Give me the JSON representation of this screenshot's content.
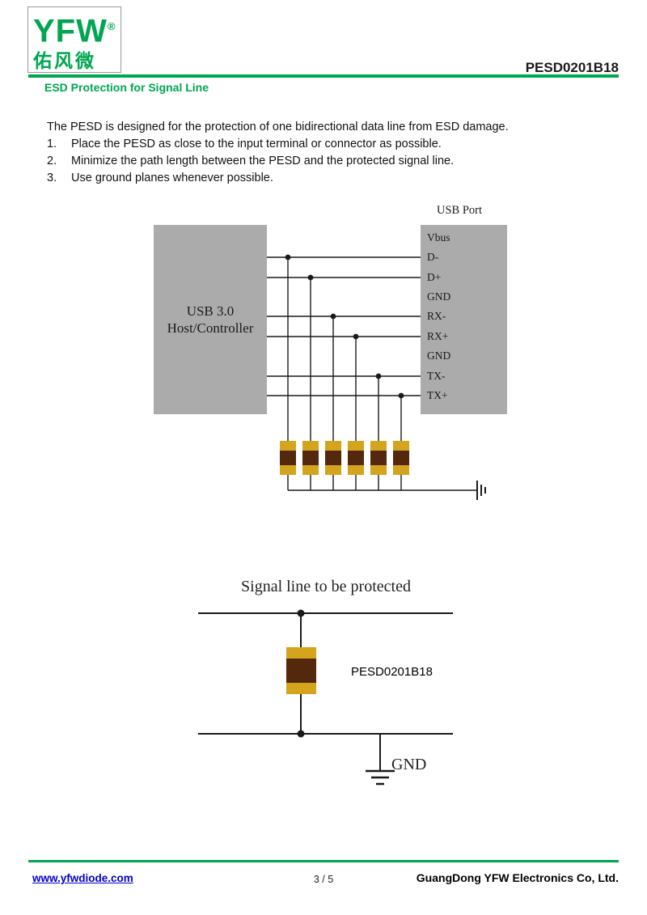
{
  "colors": {
    "green": "#00a651",
    "gray-box": "#ababab",
    "gold": "#d4a41d",
    "brown": "#53280c",
    "link-blue": "#0000cc",
    "wire": "#1a1a1a"
  },
  "header": {
    "logo_brand": "YFW",
    "logo_reg": "®",
    "logo_chinese": "佑风微",
    "part_number": "PESD0201B18",
    "section_title": "ESD Protection for Signal Line"
  },
  "content": {
    "intro": "The PESD is designed for the protection of one bidirectional data line from ESD damage.",
    "items": [
      {
        "num": "1.",
        "text": "Place the PESD as close to the input terminal or connector as possible."
      },
      {
        "num": "2.",
        "text": "Minimize the path length between the PESD and the protected signal line."
      },
      {
        "num": "3.",
        "text": "Use ground planes whenever possible."
      }
    ]
  },
  "diagram1": {
    "port_label": "USB Port",
    "host_line1": "USB 3.0",
    "host_line2": "Host/Controller",
    "pins": [
      "Vbus",
      "D-",
      "D+",
      "GND",
      "RX-",
      "RX+",
      "GND",
      "TX-",
      "TX+"
    ]
  },
  "diagram2": {
    "title": "Signal line to be protected",
    "component_label": "PESD0201B18",
    "gnd_label": "GND"
  },
  "footer": {
    "website": "www.yfwdiode.com",
    "page": "3 / 5",
    "company": "GuangDong YFW Electronics Co, Ltd."
  }
}
